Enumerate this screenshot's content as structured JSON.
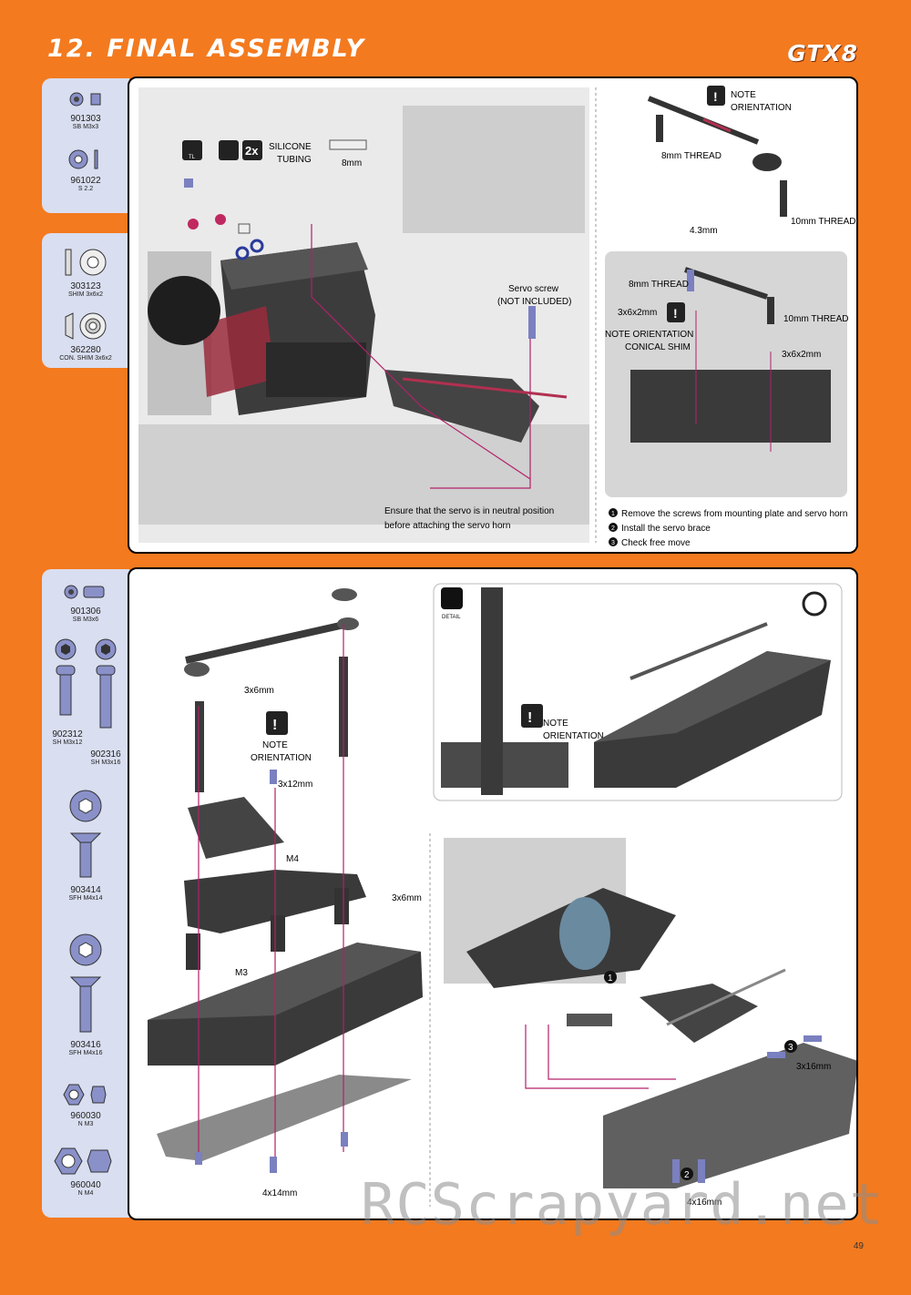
{
  "header": {
    "title": "12. FINAL ASSEMBLY",
    "logo": "GTX8"
  },
  "parts_top1": [
    {
      "code": "901303",
      "desc": "SB M3x3"
    },
    {
      "code": "961022",
      "desc": "S 2.2"
    }
  ],
  "parts_top2": [
    {
      "code": "303123",
      "desc": "SHIM 3x6x2"
    },
    {
      "code": "362280",
      "desc": "CON. SHIM 3x6x2"
    }
  ],
  "parts_bottom": [
    {
      "code": "901306",
      "desc": "SB M3x6"
    },
    {
      "code": "902312",
      "desc": "SH M3x12"
    },
    {
      "code": "902316",
      "desc": "SH M3x16"
    },
    {
      "code": "903414",
      "desc": "SFH M4x14"
    },
    {
      "code": "903416",
      "desc": "SFH M4x16"
    },
    {
      "code": "960030",
      "desc": "N M3"
    },
    {
      "code": "960040",
      "desc": "N M4"
    }
  ],
  "step1": {
    "badge_tl": "TL",
    "badge_2x": "2x",
    "silicone": [
      "SILICONE",
      "TUBING"
    ],
    "tubing_len": "8mm",
    "servo_screw": [
      "Servo screw",
      "(NOT INCLUDED)"
    ],
    "note": [
      "Ensure that the servo is in neutral position",
      "before attaching the servo horn"
    ],
    "note_orient": [
      "NOTE",
      "ORIENTATION"
    ],
    "thread8": "8mm THREAD",
    "thread10": "10mm THREAD",
    "len43": "4.3mm",
    "thread8b": "8mm THREAD",
    "shim_a": "3x6x2mm",
    "note_conical": [
      "NOTE ORIENTATION",
      "CONICAL SHIM"
    ],
    "thread10b": "10mm THREAD",
    "shim_b": "3x6x2mm",
    "steps": [
      {
        "num": "1",
        "text": "Remove the screws from mounting plate and servo horn"
      },
      {
        "num": "2",
        "text": "Install the servo brace"
      },
      {
        "num": "3",
        "text": "Check free move"
      }
    ]
  },
  "step2": {
    "l_3x6": "3x6mm",
    "note_orient": [
      "NOTE",
      "ORIENTATION"
    ],
    "l_3x12": "3x12mm",
    "l_m4": "M4",
    "l_3x6b": "3x6mm",
    "l_m3": "M3",
    "l_4x14": "4x14mm",
    "detail": "DETAIL",
    "detail_note": [
      "NOTE",
      "ORIENTATION"
    ],
    "l_1": "1",
    "l_3": "3",
    "l_3x16": "3x16mm",
    "l_2": "2",
    "l_4x16": "4x16mm"
  },
  "footer": {
    "page": "49",
    "watermark": "RCScrapyard.net"
  }
}
